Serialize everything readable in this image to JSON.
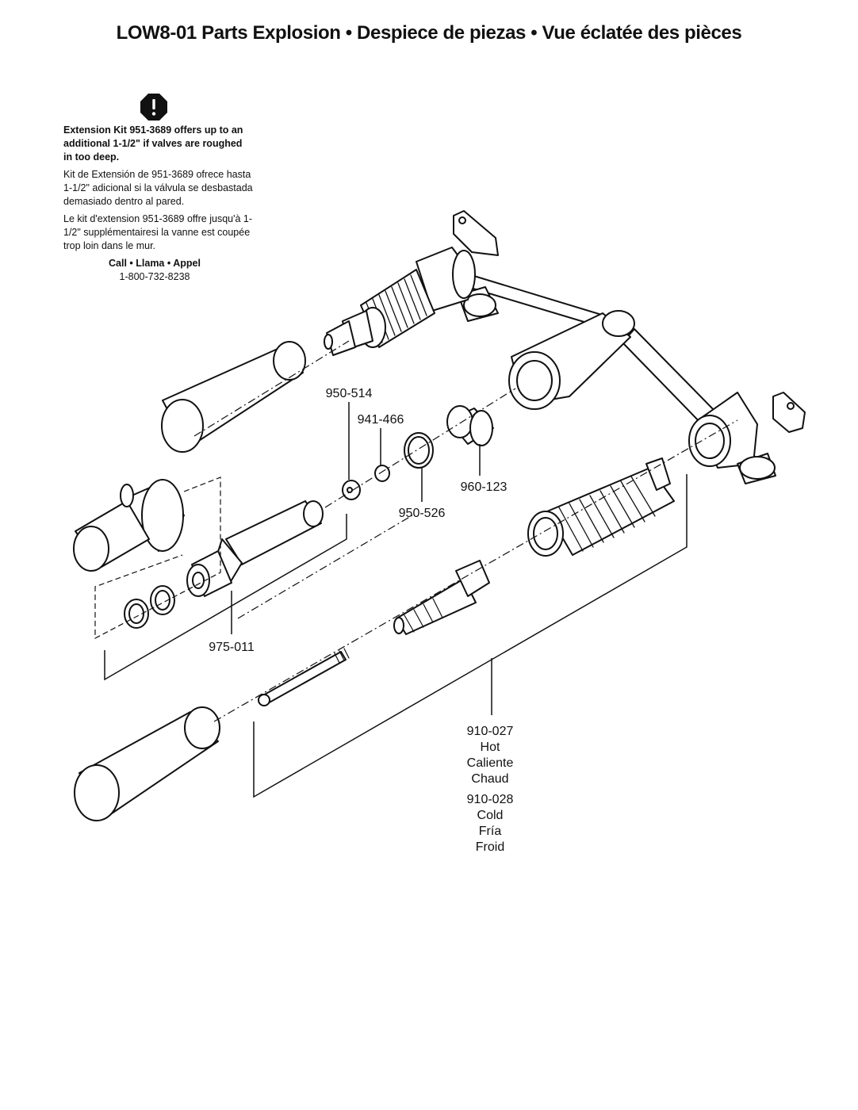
{
  "title": "LOW8-01  Parts Explosion  •  Despiece de piezas  •  Vue éclatée des pièces",
  "note": {
    "warning_icon": "warning-octagon-icon",
    "en": "Extension Kit 951-3689 offers up to an additional 1-1/2\" if valves are roughed in too deep.",
    "es": "Kit de Extensión de 951-3689 ofrece hasta 1-1/2\" adicional si la válvula se desbastada demasiado dentro al pared.",
    "fr": "Le kit d'extension 951-3689 offre jusqu'à 1-1/2\" supplémentairesi la vanne est coupée trop loin dans le mur.",
    "call": "Call • Llama • Appel",
    "phone": "1-800-732-8238"
  },
  "parts": {
    "p950_514": "950-514",
    "p941_466": "941-466",
    "p950_526": "950-526",
    "p960_123": "960-123",
    "p975_011": "975-011",
    "p910_027": "910-027",
    "hot": "Hot",
    "caliente": "Caliente",
    "chaud": "Chaud",
    "p910_028": "910-028",
    "cold": "Cold",
    "fria": "Fría",
    "froid": "Froid"
  }
}
